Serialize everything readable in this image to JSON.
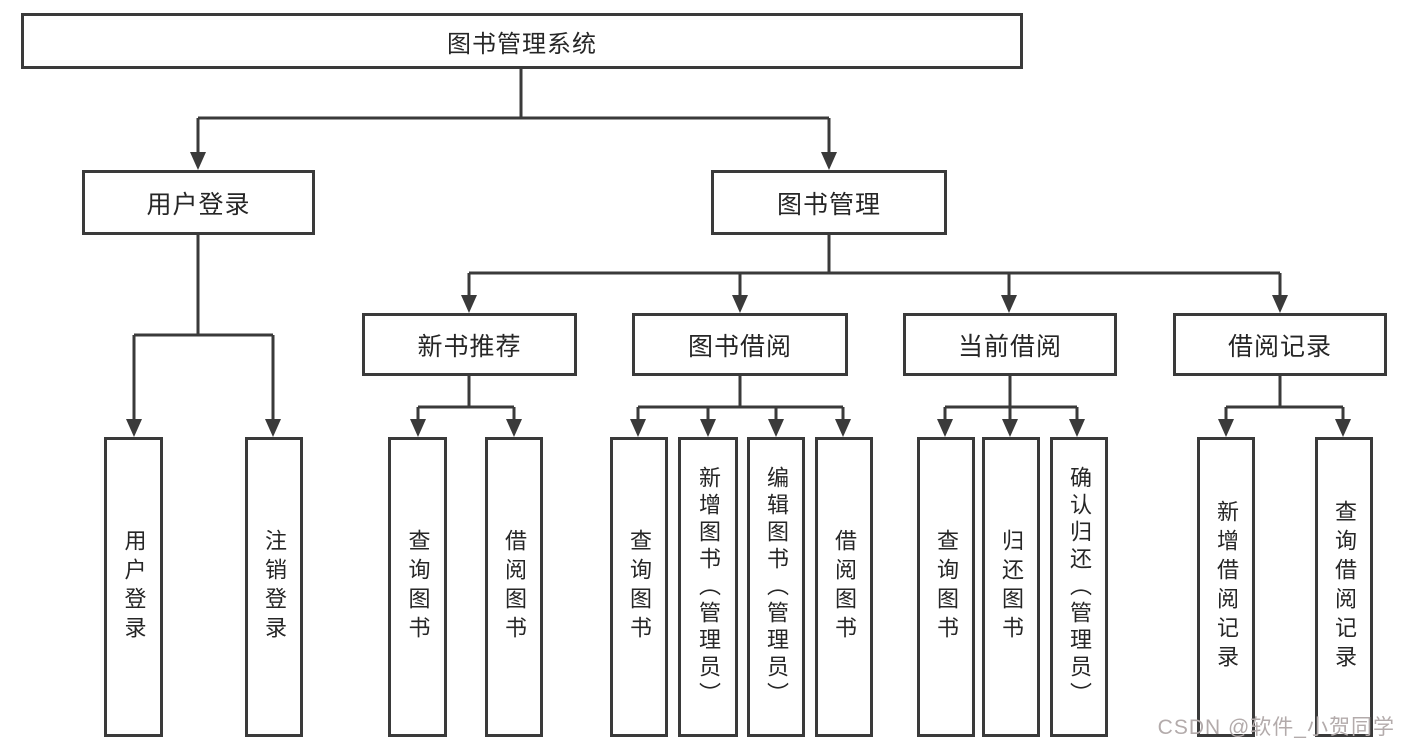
{
  "diagram": {
    "title": "图书管理系统",
    "branches": [
      {
        "label": "用户登录",
        "children": [
          "用户登录",
          "注销登录"
        ]
      },
      {
        "label": "图书管理",
        "sections": [
          {
            "label": "新书推荐",
            "children": [
              "查询图书",
              "借阅图书"
            ]
          },
          {
            "label": "图书借阅",
            "children": [
              "查询图书",
              "新增图书（管理员）",
              "编辑图书（管理员）",
              "借阅图书"
            ]
          },
          {
            "label": "当前借阅",
            "children": [
              "查询图书",
              "归还图书",
              "确认归还（管理员）"
            ]
          },
          {
            "label": "借阅记录",
            "children": [
              "新增借阅记录",
              "查询借阅记录"
            ]
          }
        ]
      }
    ]
  },
  "watermark": "CSDN @软件_小贺同学",
  "colors": {
    "line": "#3a3a3a",
    "text": "#262626",
    "watermark": "#b3abab",
    "background": "#ffffff"
  }
}
